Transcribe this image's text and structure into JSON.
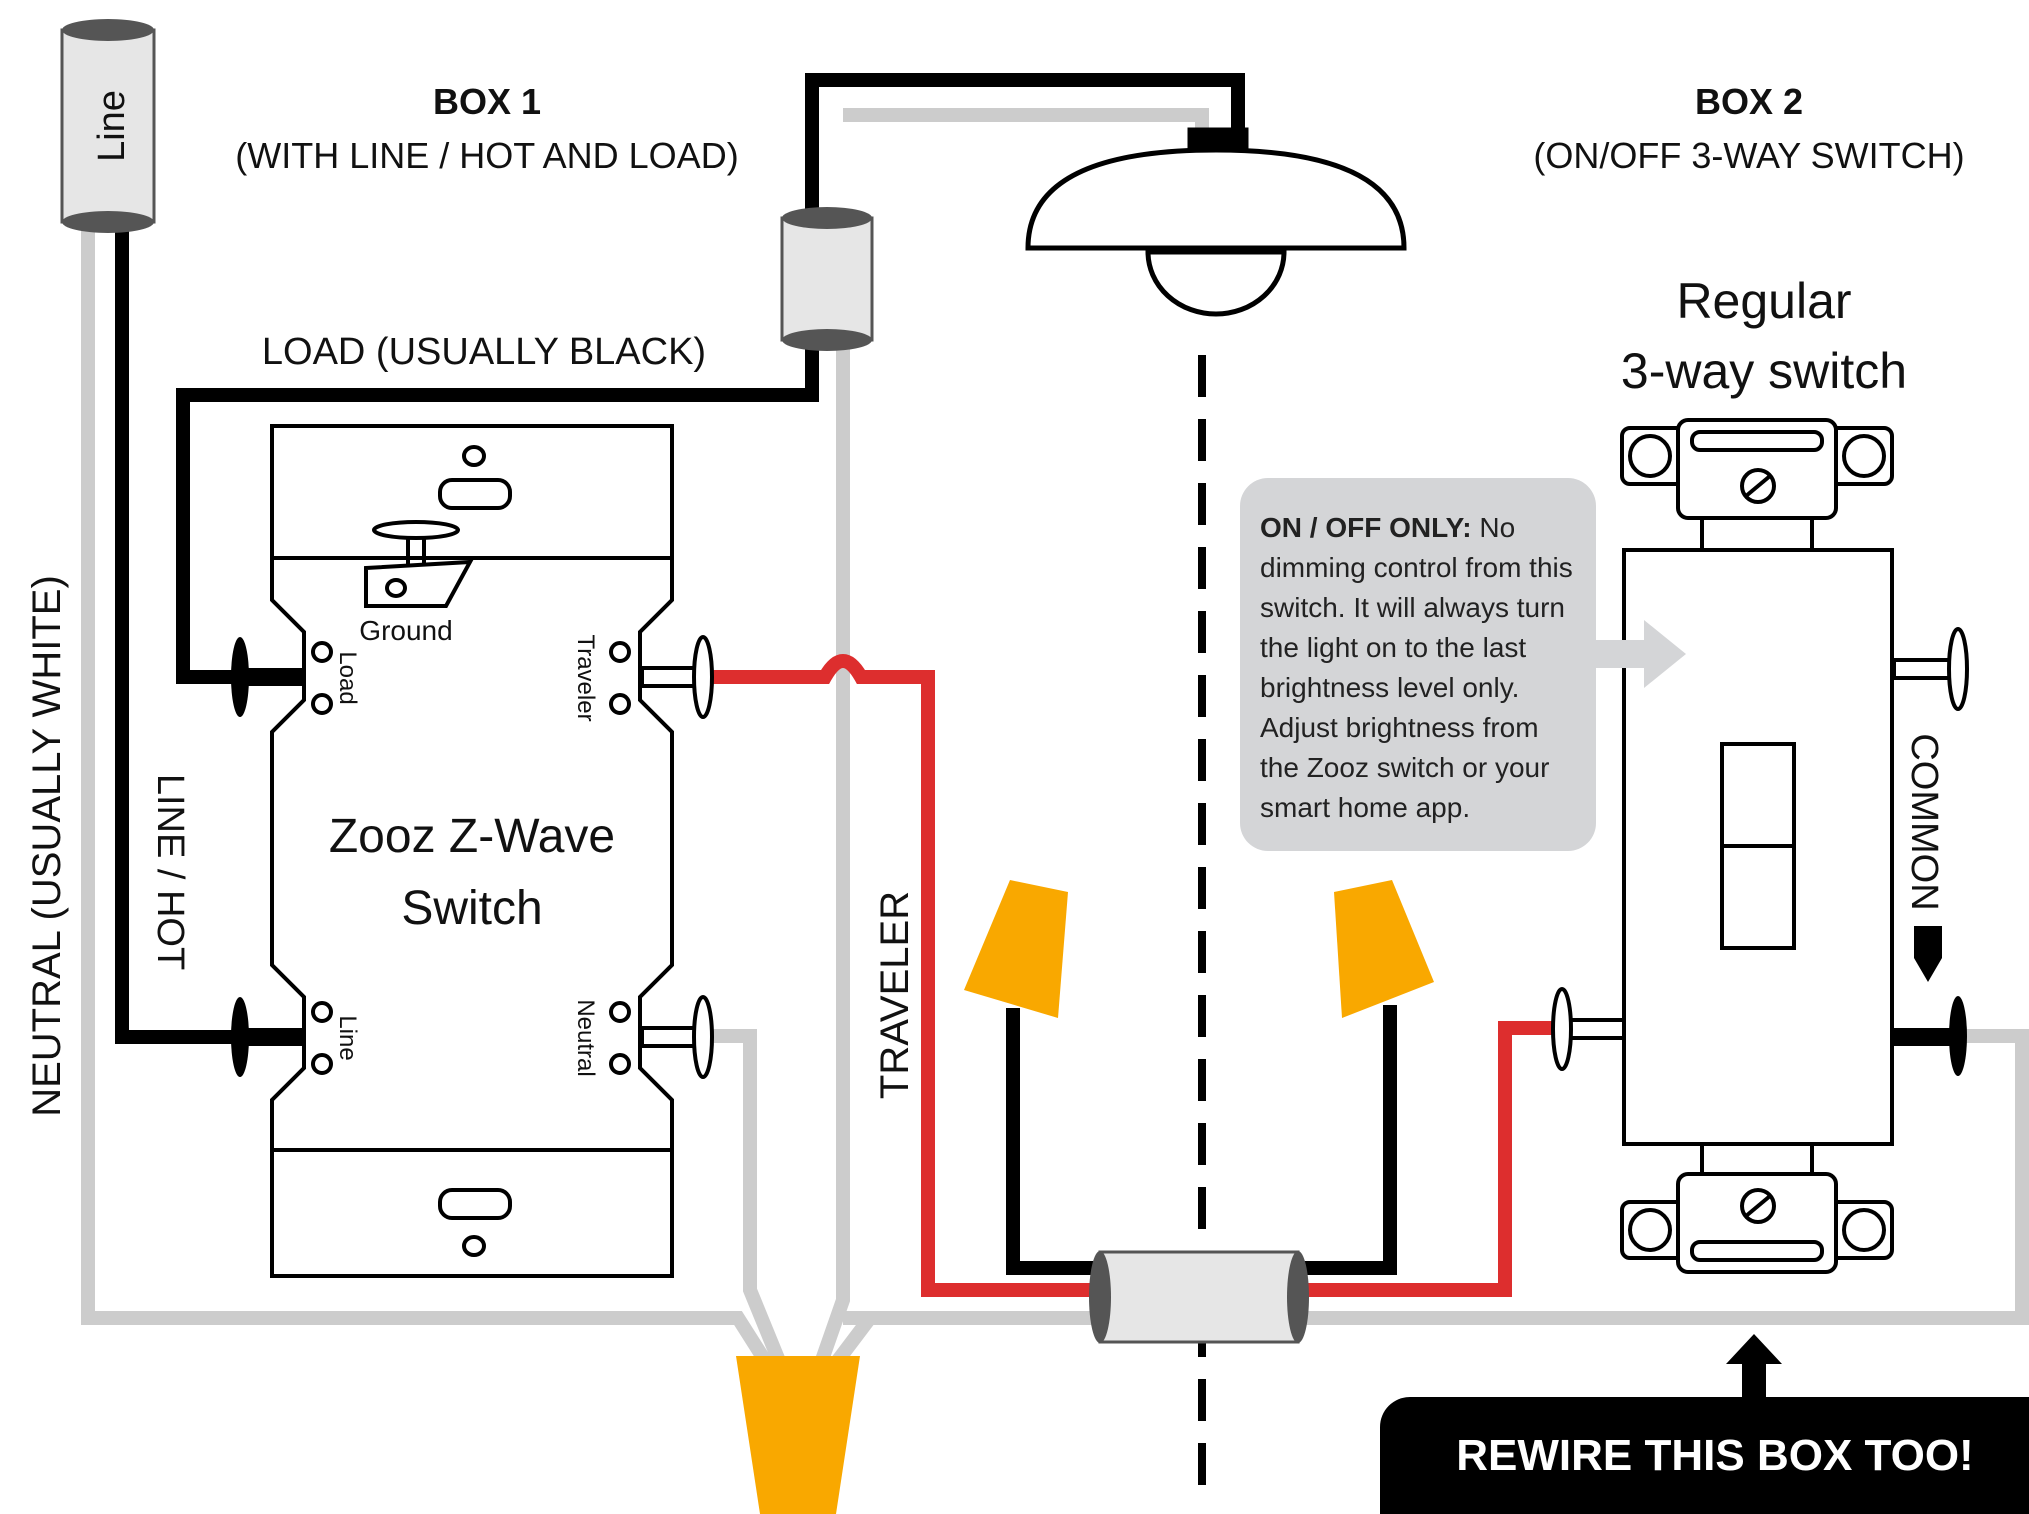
{
  "box1": {
    "title": "BOX 1",
    "subtitle": "(WITH LINE / HOT AND LOAD)"
  },
  "box2": {
    "title": "BOX 2",
    "subtitle": "(ON/OFF 3-WAY SWITCH)"
  },
  "labels": {
    "line_cap": "Line",
    "load": "LOAD (USUALLY BLACK)",
    "neutral": "NEUTRAL (USUALLY WHITE)",
    "line_hot": "LINE / HOT",
    "traveler": "TRAVELER",
    "common": "COMMON"
  },
  "zooz_switch": {
    "name_line1": "Zooz Z-Wave",
    "name_line2": "Switch",
    "ground": "Ground",
    "terminal_load": "Load",
    "terminal_line": "Line",
    "terminal_traveler": "Traveler",
    "terminal_neutral": "Neutral"
  },
  "regular_switch": {
    "name_line1": "Regular",
    "name_line2": "3-way switch"
  },
  "note": {
    "bold": "ON / OFF ONLY:",
    "text": " No dimming control from this switch. It will always turn the light on to the last brightness level only. Adjust brightness from the Zooz switch or your smart home app."
  },
  "cta": "REWIRE THIS BOX TOO!",
  "colors": {
    "hot_wire": "#000000",
    "neutral_wire": "#cccccc",
    "traveler_wire": "#dd2e2e",
    "wire_nut": "#f9a800",
    "connector": "#e6e6e6",
    "note_bg": "#d4d5d7"
  }
}
